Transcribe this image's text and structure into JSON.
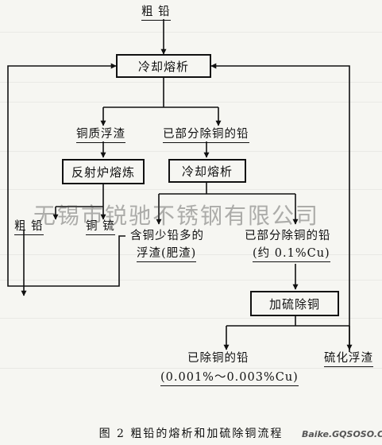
{
  "diagram": {
    "input": "粗  铅",
    "node_cooling_1": "冷却熔析",
    "node_copper_dross": "铜质浮渣",
    "node_partially_decopper": "已部分除铜的铅",
    "node_reverb": "反射炉熔炼",
    "node_cooling_2": "冷却熔析",
    "label_crude_lead": "粗  铅",
    "label_copper_matte": "铜   锍",
    "label_dross_line1": "含铜少铅多的",
    "label_dross_line2": "浮渣(肥渣)",
    "label_partial_line1": "已部分除铜的铅",
    "label_partial_line2": "(约 0.1%Cu)",
    "node_sulfur": "加硫除铜",
    "label_decoppered_line1": "已除铜的铅",
    "label_decoppered_line2": "(0.001%～0.003%Cu)",
    "label_sulfide_dross": "硫化浮渣"
  },
  "watermark": "无锡市锐驰不锈钢有限公司",
  "caption": "图 2   粗铅的熔析和加硫除铜流程",
  "corner_mark": "Baike.GQSOSO.COM"
}
